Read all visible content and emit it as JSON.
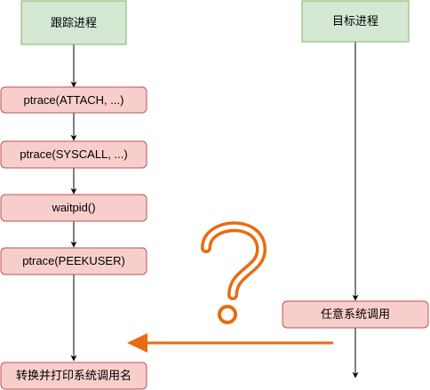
{
  "diagram": {
    "lanes": {
      "tracer": {
        "title": "跟踪进程"
      },
      "target": {
        "title": "目标进程"
      }
    },
    "tracer_steps": [
      {
        "label": "ptrace(ATTACH, ...)"
      },
      {
        "label": "ptrace(SYSCALL, ...)"
      },
      {
        "label": "waitpid()"
      },
      {
        "label": "ptrace(PEEKUSER)"
      },
      {
        "label": "转换并打印系统调用名"
      }
    ],
    "target_event": {
      "label": "任意系统调用"
    },
    "question_mark": {
      "glyph": "?"
    },
    "colors": {
      "lane_header_fill": "#d5e8d4",
      "lane_header_stroke": "#82b366",
      "step_fill": "#f8cecc",
      "step_stroke": "#b85450",
      "notify_arrow": "#ea6b11",
      "question_mark": "#ea6b11",
      "connector": "#000000"
    }
  }
}
